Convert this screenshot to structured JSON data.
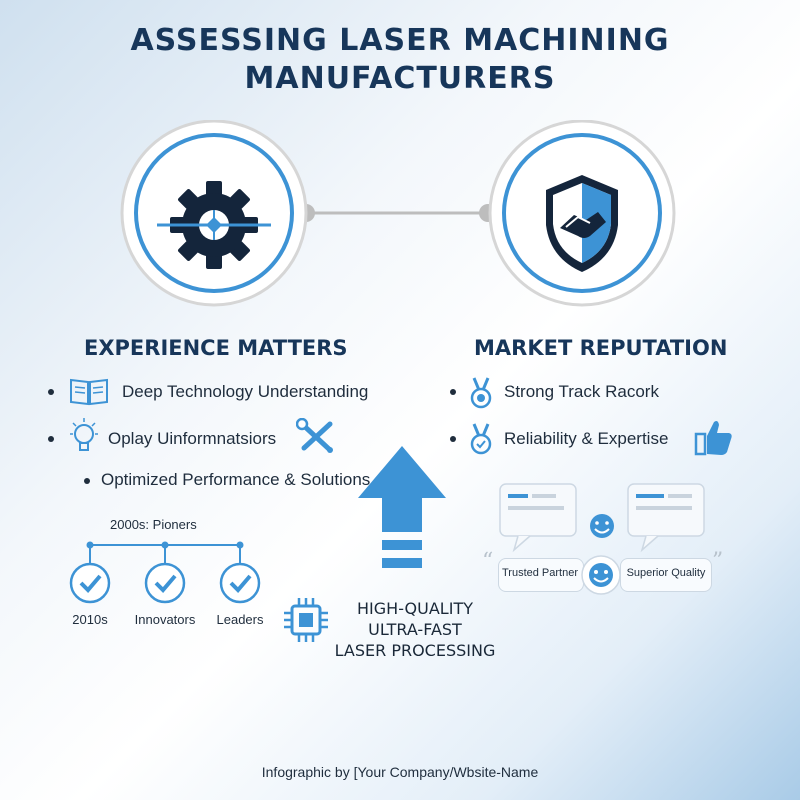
{
  "title": {
    "line1": "ASSESSING LASER MACHINING",
    "line2": "MANUFACTURERS"
  },
  "left": {
    "heading": "EXPERIENCE MATTERS",
    "items": [
      "Deep Technology Understanding",
      "Oplay Uinformnatsiors",
      "Optimized Performance & Solutions"
    ],
    "timeline": {
      "top_label": "2000s: Pioners",
      "nodes": [
        "2010s",
        "Innovators",
        "Leaders"
      ]
    }
  },
  "right": {
    "heading": "MARKET REPUTATION",
    "items": [
      "Strong Track Racork",
      "Reliability & Expertise"
    ],
    "badges": [
      "Trusted Partner",
      "Superior Quality"
    ]
  },
  "center": {
    "text": {
      "line1": "HIGH-QUALITY",
      "line2": "ULTRA-FAST",
      "line3": "LASER PROCESSING"
    }
  },
  "footer": "Infographic by [Your Company/Wbsite-Name",
  "icons": [
    "gear-crosshair-icon",
    "shield-handshake-icon",
    "book-icon",
    "lightbulb-icon",
    "wrench-screwdriver-icon",
    "medal-icon",
    "award-ribbon-icon",
    "thumbs-up-icon",
    "arrow-up-icon",
    "chip-icon",
    "smiley-icon",
    "check-icon"
  ],
  "colors": {
    "navy": "#17365a",
    "accent": "#3d93d5",
    "gray": "#cfcfcf"
  }
}
